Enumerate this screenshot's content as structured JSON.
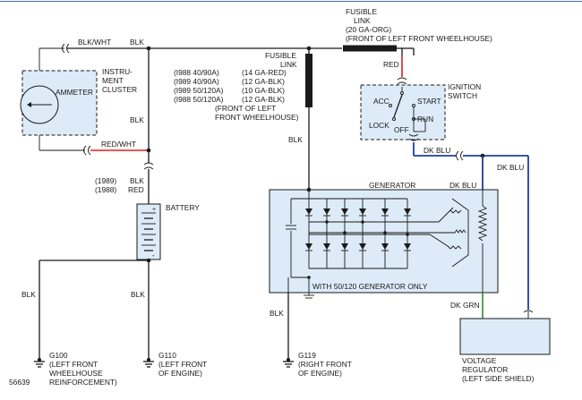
{
  "labels": {
    "fusible_link_top": [
      "FUSIBLE",
      "LINK",
      "(20 GA-ORG)",
      "(FRONT OF LEFT FRONT WHEELHOUSE)"
    ],
    "blk_wht": "BLK/WHT",
    "blk_top": "BLK",
    "instrument_cluster": [
      "INSTRU-",
      "MENT",
      "CLUSTER"
    ],
    "ammeter": "AMMETER",
    "years_left": [
      "(I988 40/90A)",
      "(I989 40/90A)",
      "(I989 50/120A)",
      "(I988 50/120A)"
    ],
    "gauges": [
      "(14 GA-RED)",
      "(12 GA-BLK)",
      "(10 GA-BLK)",
      "(12 GA-BLK)"
    ],
    "fusible_link_mid": [
      "FUSIBLE",
      "LINK"
    ],
    "front_of_wheelhouse": [
      "(FRONT OF LEFT",
      "FRONT WHEELHOUSE)"
    ],
    "red": "RED",
    "ignition_switch": [
      "IGNITION",
      "SWITCH"
    ],
    "acc": "ACC",
    "start": "START",
    "lock": "LOCK",
    "off": "OFF",
    "run": "RUN",
    "blk_mid": "BLK",
    "red_wht": "RED/WHT",
    "blk_gen": "BLK",
    "dk_blu_left": "DK BLU",
    "dk_blu_right": "DK BLU",
    "blk_1989": "BLK",
    "red_1988": "RED",
    "year_1989": "(1989)",
    "year_1988": "(1988)",
    "battery": "BATTERY",
    "generator": "GENERATOR",
    "dk_blu_gen": "DK BLU",
    "with_generator": "WITH 50/120 GENERATOR ONLY",
    "blk_left": "BLK",
    "blk_bat": "BLK",
    "blk_gnd": "BLK",
    "dk_grn": "DK GRN",
    "voltage_regulator": [
      "VOLTAGE",
      "REGULATOR",
      "(LEFT SIDE SHIELD)"
    ],
    "g100": [
      "G100",
      "(LEFT FRONT",
      "WHEELHOUSE",
      "REINFORCEMENT)"
    ],
    "g110": [
      "G110",
      "(LEFT FRONT",
      "OF ENGINE)"
    ],
    "g119": [
      "G119",
      "(RIGHT FRONT",
      "OF ENGINE)"
    ],
    "figure_number": "56639"
  },
  "colors": {
    "wire": "#1a1a1a",
    "red_wire": "#e02020",
    "blue_wire": "#1f3e9c",
    "green_wire": "#2e8b2e",
    "component_fill": "#dcebf7"
  }
}
